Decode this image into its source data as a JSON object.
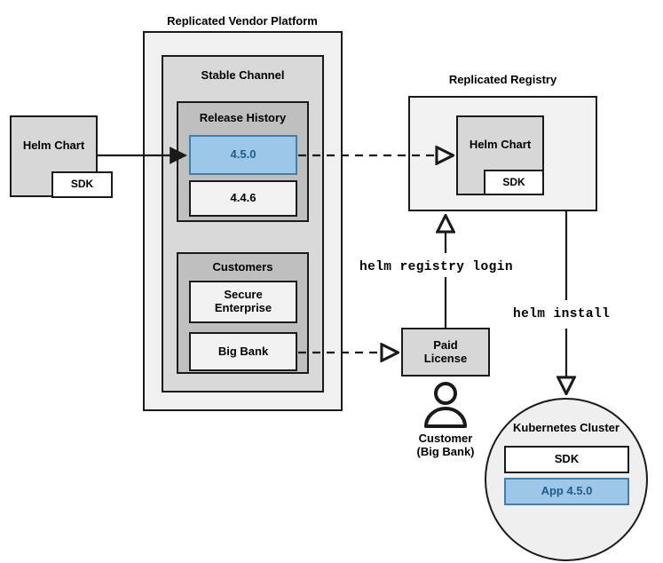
{
  "diagram": {
    "title_vendor_platform": "Replicated Vendor Platform",
    "title_registry": "Replicated Registry",
    "nodes": {
      "helm_chart_source": {
        "label": "Helm Chart",
        "sdk_label": "SDK"
      },
      "stable_channel": {
        "label": "Stable Channel"
      },
      "release_history": {
        "label": "Release History"
      },
      "release_current": {
        "label": "4.5.0"
      },
      "release_previous": {
        "label": "4.4.6"
      },
      "customers": {
        "label": "Customers"
      },
      "customer_secure_enterprise": {
        "label": "Secure\nEnterprise"
      },
      "customer_big_bank": {
        "label": "Big Bank"
      },
      "registry_helm_chart": {
        "label": "Helm Chart",
        "sdk_label": "SDK"
      },
      "paid_license": {
        "label": "Paid\nLicense"
      },
      "customer_person": {
        "label": "Customer\n(Big Bank)"
      },
      "kubernetes_cluster": {
        "label": "Kubernetes Cluster"
      },
      "cluster_sdk": {
        "label": "SDK"
      },
      "cluster_app": {
        "label": "App 4.5.0"
      }
    },
    "edges": {
      "helm_registry_login": "helm registry login",
      "helm_install": "helm install"
    },
    "colors": {
      "accent_blue_fill": "#9dc7e8",
      "accent_blue_border": "#3c7fb1",
      "accent_blue_text": "#205c8a",
      "stroke": "#1a1a1a",
      "platform_fill": "#f0f0f0",
      "channel_fill": "#d9d9d9",
      "section_fill": "#bfbfbf"
    }
  }
}
